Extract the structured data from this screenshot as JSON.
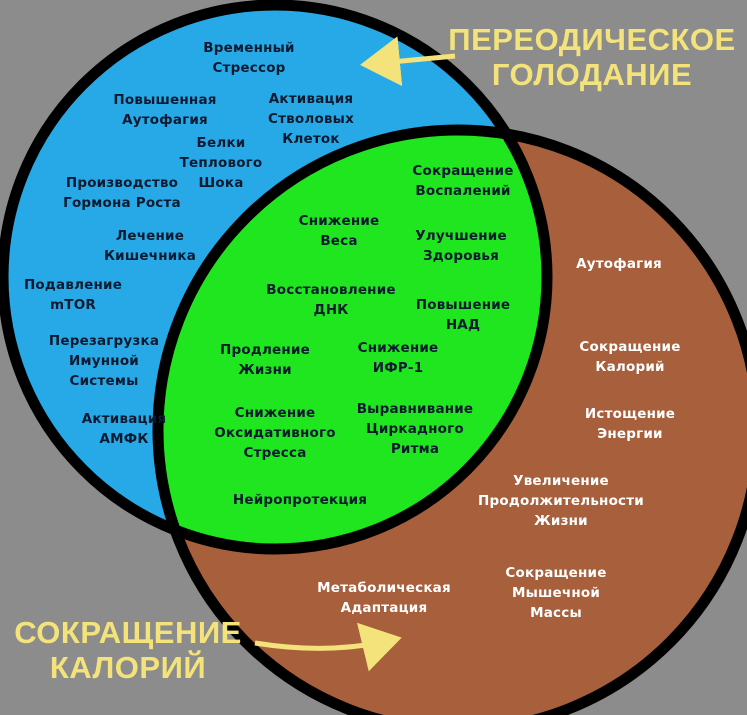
{
  "colors": {
    "background": "#8c8c8c",
    "fasting_circle": "#27a9e8",
    "calorie_circle": "#a85f3c",
    "overlap": "#1fe61f",
    "outline": "#000000",
    "headline": "#f3e37a"
  },
  "fasting": {
    "title": [
      "ПЕРЕОДИЧЕСКОЕ",
      "ГОЛОДАНИЕ"
    ],
    "items": {
      "temporary_stress": [
        "Временный",
        "Стрессор"
      ],
      "increased_autophagy": [
        "Повышенная",
        "Аутофагия"
      ],
      "stem_cell_activation": [
        "Активация",
        "Стволовых",
        "Клеток"
      ],
      "heat_shock_proteins": [
        "Белки",
        "Теплового",
        "Шока"
      ],
      "growth_hormone": [
        "Производство",
        "Гормона Роста"
      ],
      "gut_healing": [
        "Лечение",
        "Кишечника"
      ],
      "mtor_suppression": [
        "Подавление",
        "mTOR"
      ],
      "immune_reboot": [
        "Перезагрузка",
        "Имунной",
        "Системы"
      ],
      "ampk_activation": [
        "Активация",
        "АМФК"
      ]
    }
  },
  "overlap": {
    "items": {
      "inflammation_reduction": [
        "Сокращение",
        "Воспалений"
      ],
      "weight_loss": [
        "Снижение",
        "Веса"
      ],
      "health_improvement": [
        "Улучшение",
        "Здоровья"
      ],
      "dna_restoration": [
        "Восстановление",
        "ДНК"
      ],
      "nad_increase": [
        "Повышение",
        "НАД"
      ],
      "life_extension": [
        "Продление",
        "Жизни"
      ],
      "igf1_reduction": [
        "Снижение",
        "ИФР-1"
      ],
      "oxidative_stress": [
        "Снижение",
        "Оксидативного",
        "Стресса"
      ],
      "circadian_alignment": [
        "Выравнивание",
        "Циркадного",
        "Ритма"
      ],
      "neuroprotection": [
        "Нейропротекция"
      ]
    }
  },
  "calorie": {
    "title": [
      "СОКРАЩЕНИЕ",
      "КАЛОРИЙ"
    ],
    "items": {
      "autophagy": [
        "Аутофагия"
      ],
      "calorie_reduction": [
        "Сокращение",
        "Калорий"
      ],
      "energy_depletion": [
        "Истощение",
        "Энергии"
      ],
      "lifespan_increase": [
        "Увеличение",
        "Продолжительности",
        "Жизни"
      ],
      "metabolic_adaptation": [
        "Метаболическая",
        "Адаптация"
      ],
      "muscle_loss": [
        "Сокращение",
        "Мышечной",
        "Массы"
      ]
    }
  }
}
